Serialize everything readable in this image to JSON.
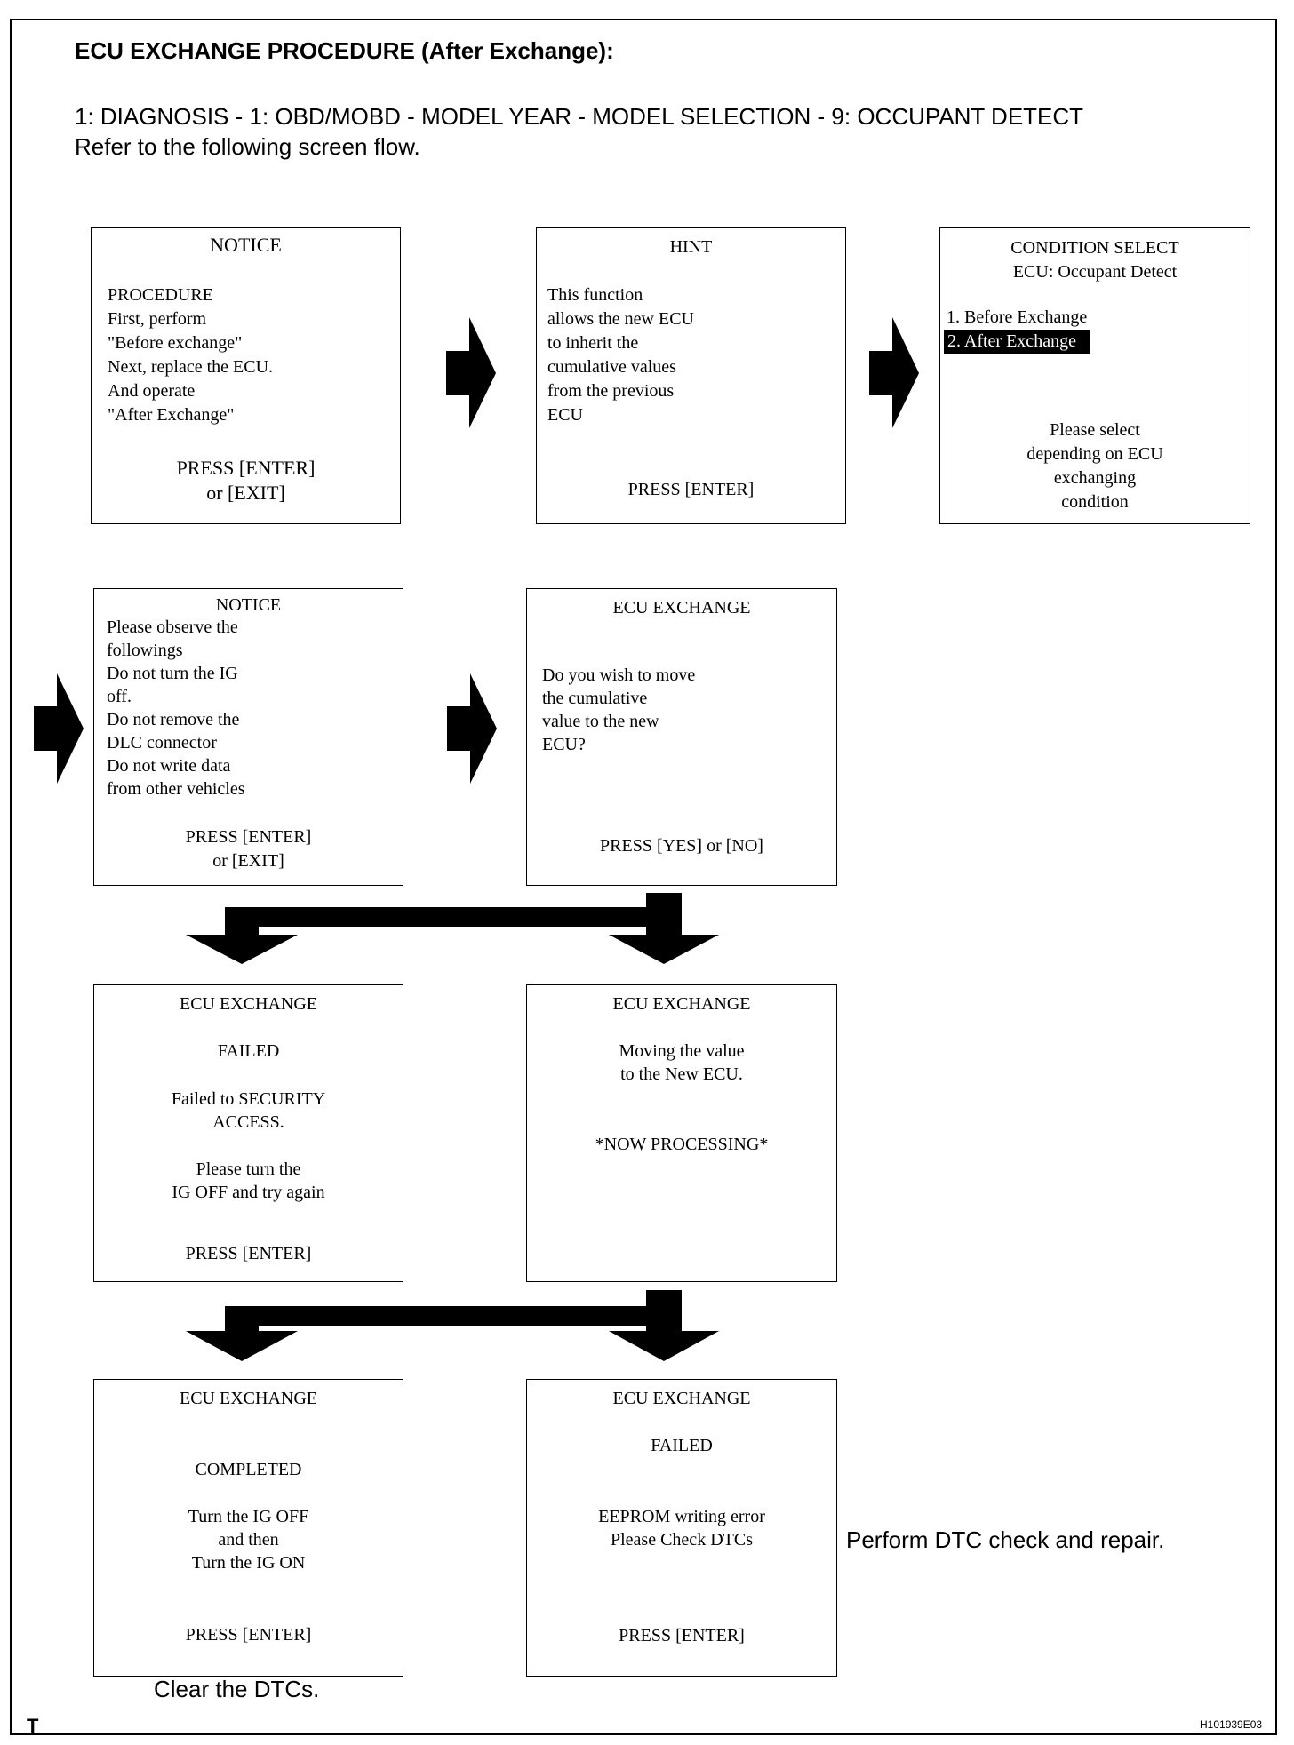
{
  "header": {
    "title": "ECU EXCHANGE PROCEDURE (After Exchange):",
    "path": "1: DIAGNOSIS - 1: OBD/MOBD - MODEL YEAR - MODEL SELECTION - 9: OCCUPANT DETECT",
    "refer": "Refer to the following screen flow."
  },
  "screens": {
    "notice1": {
      "title": "NOTICE",
      "lines": [
        "PROCEDURE",
        "First, perform",
        "\"Before exchange\"",
        "Next, replace the ECU.",
        "And operate",
        "\"After Exchange\""
      ],
      "press": [
        "PRESS [ENTER]",
        "or [EXIT]"
      ]
    },
    "hint": {
      "title": "HINT",
      "lines": [
        "This function",
        "allows the new ECU",
        "to inherit the",
        "cumulative values",
        "from the previous",
        "ECU"
      ],
      "press": "PRESS [ENTER]"
    },
    "condition": {
      "title": [
        "CONDITION SELECT",
        "ECU: Occupant Detect"
      ],
      "options": [
        "1.   Before Exchange",
        "2.   After Exchange"
      ],
      "message": [
        "Please select",
        "depending on ECU",
        "exchanging",
        "condition"
      ]
    },
    "notice2": {
      "title": "NOTICE",
      "lines": [
        "Please observe the",
        "followings",
        "Do not turn the IG",
        "off.",
        "Do not remove the",
        "DLC connector",
        "Do not write data",
        "from other vehicles"
      ],
      "press": [
        "PRESS [ENTER]",
        "or [EXIT]"
      ]
    },
    "confirm": {
      "title": "ECU EXCHANGE",
      "lines": [
        "Do you wish to move",
        "the cumulative",
        "value to the new",
        "ECU?"
      ],
      "press": "PRESS [YES] or [NO]"
    },
    "failed_security": {
      "title": "ECU EXCHANGE",
      "status": "FAILED",
      "msg1": [
        "Failed to SECURITY",
        "ACCESS."
      ],
      "msg2": [
        "Please turn the",
        "IG OFF and try again"
      ],
      "press": "PRESS [ENTER]"
    },
    "processing": {
      "title": "ECU EXCHANGE",
      "msg": [
        "Moving the value",
        "to the New ECU."
      ],
      "status": "*NOW PROCESSING*"
    },
    "completed": {
      "title": "ECU EXCHANGE",
      "status": "COMPLETED",
      "msg": [
        "Turn the IG OFF",
        "and then",
        "Turn the IG ON"
      ],
      "press": "PRESS [ENTER]"
    },
    "failed_eeprom": {
      "title": "ECU EXCHANGE",
      "status": "FAILED",
      "msg": [
        "EEPROM writing error",
        "Please Check DTCs"
      ],
      "press": "PRESS [ENTER]"
    }
  },
  "notes": {
    "perform_dtc": "Perform DTC check and repair.",
    "clear_dtc": "Clear the DTCs."
  },
  "footer": {
    "corner_letter": "T",
    "figure_id": "H101939E03"
  }
}
